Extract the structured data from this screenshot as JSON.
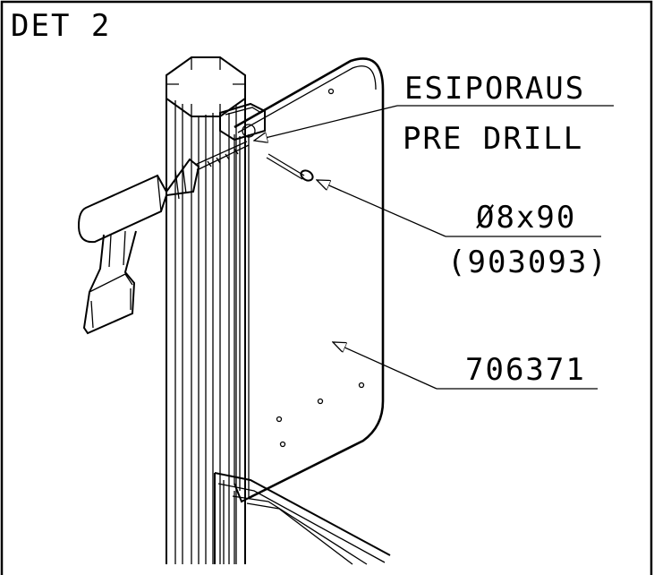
{
  "detail_title": "DET 2",
  "callouts": {
    "drill_fi": "ESIPORAUS",
    "drill_en": "PRE DRILL",
    "screw_size": "Ø8x90",
    "screw_part": "(903093)",
    "panel_part": "706371"
  },
  "colors": {
    "line": "#000000",
    "background": "#ffffff",
    "shadow": "#c9c9c9"
  }
}
